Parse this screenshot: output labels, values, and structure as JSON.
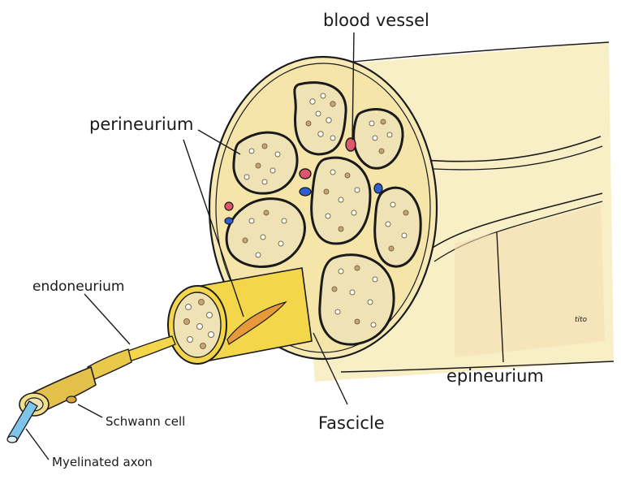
{
  "labels": {
    "blood_vessel": "blood vessel",
    "perineurium": "perineurium",
    "endoneurium": "endoneurium",
    "epineurium": "epineurium",
    "fascicle": "Fascicle",
    "schwann_cell": "Schwann cell",
    "myelinated_axon": "Myelinated axon"
  },
  "signature": "tito",
  "colors": {
    "nerve_body": "#f7ecbd",
    "nerve_shadow": "#f3dba8",
    "fascicle_fill": "#efe3b6",
    "pulled_fascicle": "#f4d64b",
    "axon_blue": "#7fc4ea",
    "vessel_red": "#e0566a",
    "vessel_blue": "#2f5fcf",
    "ink": "#1a1a1a"
  }
}
